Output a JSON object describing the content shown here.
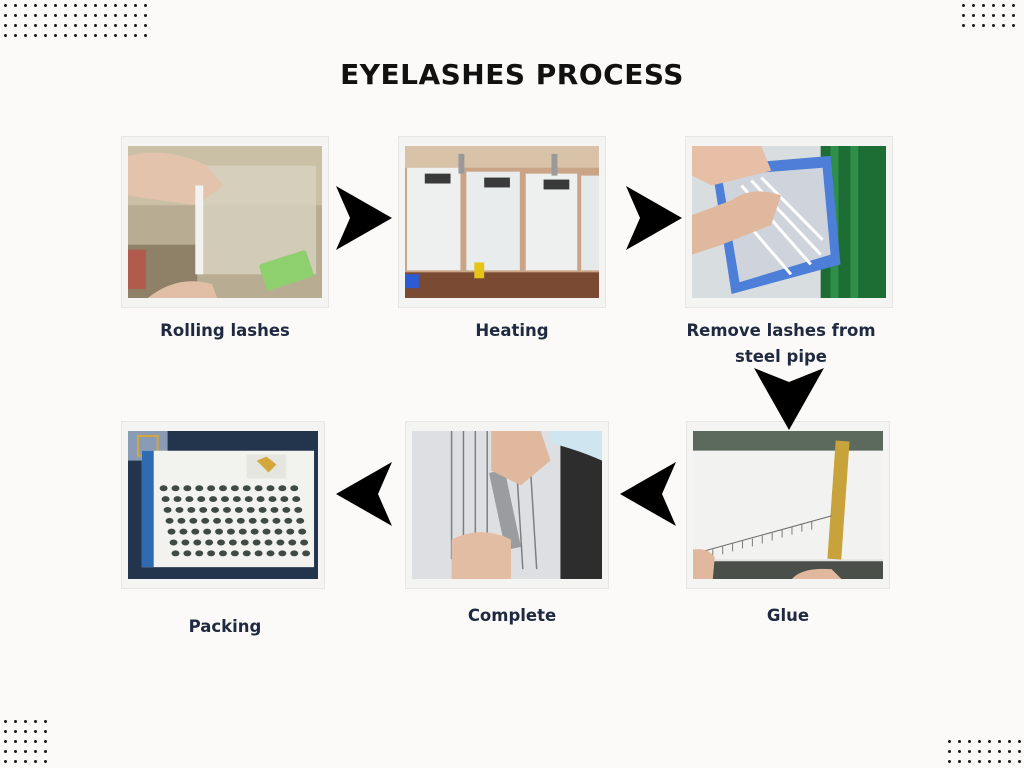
{
  "title": "EYELASHES PROCESS",
  "steps": [
    {
      "label": "Rolling lashes"
    },
    {
      "label": "Heating"
    },
    {
      "label": "Remove lashes from steel pipe"
    },
    {
      "label": "Glue"
    },
    {
      "label": "Complete"
    },
    {
      "label": "Packing"
    }
  ],
  "icons": {
    "next_arrow": "arrowhead-right-icon",
    "down_arrow": "arrowhead-down-icon",
    "back_arrow": "arrowhead-left-icon"
  },
  "colors": {
    "background": "#fbfaf8",
    "title": "#111111",
    "label": "#1f2a40",
    "arrow": "#000000"
  }
}
